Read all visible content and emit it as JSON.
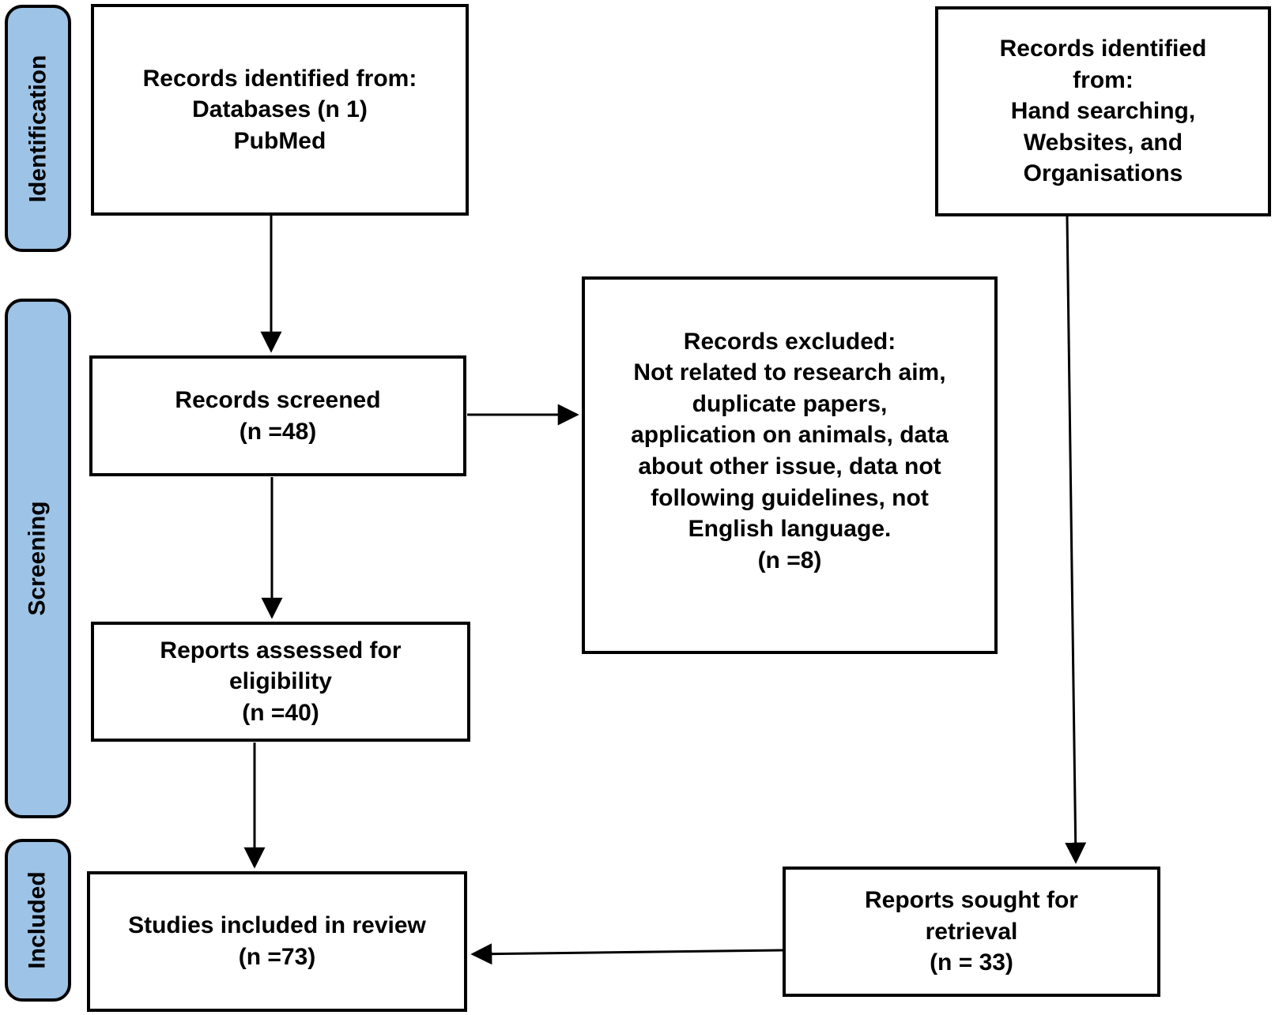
{
  "diagram": {
    "title_semantic": "PRISMA flow diagram",
    "colors": {
      "stage_fill": "#9DC3E6",
      "box_fill": "#FFFFFF",
      "border": "#000000",
      "text": "#000000"
    },
    "stages": [
      {
        "label": "Identification"
      },
      {
        "label": "Screening"
      },
      {
        "label": "Included"
      }
    ],
    "boxes": {
      "identified_databases": "Records identified from:\nDatabases (n 1)\nPubMed",
      "identified_other": "Records identified\nfrom:\nHand searching,\nWebsites, and\nOrganisations",
      "screened": "Records screened\n(n =48)",
      "excluded": "Records excluded:\nNot related to research aim,\nduplicate papers,\napplication on animals, data\nabout other issue, data not\nfollowing guidelines, not\nEnglish language.\n(n =8)",
      "assessed": "Reports assessed for\neligibility\n(n =40)",
      "included": "Studies included in review\n(n =73)",
      "sought": "Reports sought for\nretrieval\n(n = 33)"
    }
  }
}
